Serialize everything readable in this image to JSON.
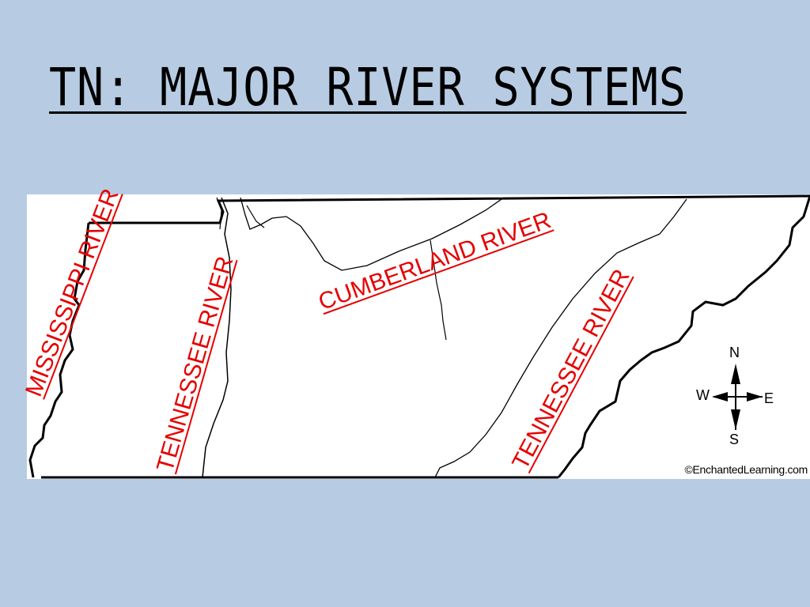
{
  "title": "TN: MAJOR RIVER SYSTEMS",
  "map": {
    "labels": {
      "mississippi": "MISSISSIPPI RIVER",
      "tennessee_west": "TENNESSEE RIVER",
      "cumberland": "CUMBERLAND RIVER",
      "tennessee_east": "TENNESSEE RIVER"
    },
    "compass": {
      "north": "N",
      "south": "S",
      "east": "E",
      "west": "W"
    },
    "credit": "©EnchantedLearning.com",
    "colors": {
      "label": "#e60000",
      "background": "#b7cce3",
      "panel": "#ffffff"
    }
  }
}
